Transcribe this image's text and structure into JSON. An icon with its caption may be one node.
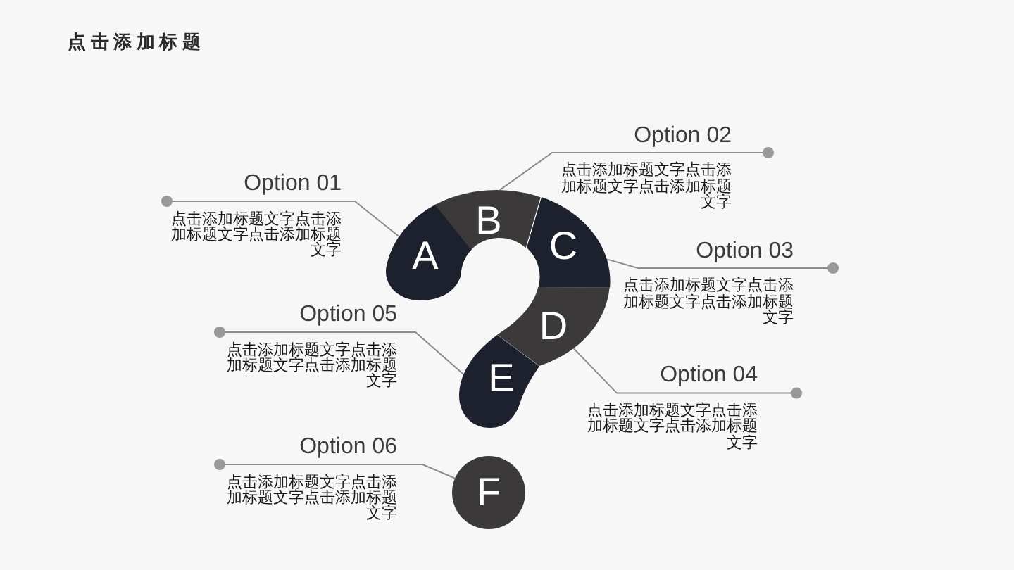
{
  "diagram": {
    "title": "点击添加标题",
    "nodes": [
      {
        "text": [
          "A"
        ]
      },
      {
        "text": [
          "B"
        ]
      },
      {
        "text": [
          "C"
        ]
      },
      {
        "text": [
          "D"
        ]
      },
      {
        "text": [
          "E"
        ]
      },
      {
        "text": [
          "F"
        ]
      },
      {
        "text": [
          "Option 01",
          "点击添加标题文字点击添加标题文字点击添加标题文字"
        ]
      },
      {
        "text": [
          "Option 02",
          "点击添加标题文字点击添加标题文字点击添加标题文字"
        ]
      },
      {
        "text": [
          "Option 03",
          "点击添加标题文字点击添加标题文字点击添加标题文字"
        ]
      },
      {
        "text": [
          "Option 04",
          "点击添加标题文字点击添加标题文字点击添加标题文字"
        ]
      },
      {
        "text": [
          "Option 05",
          "点击添加标题文字点击添加标题文字点击添加标题文字"
        ]
      },
      {
        "text": [
          "Option 06",
          "点击添加标题文字点击添加标题文字点击添加标题文字"
        ]
      }
    ],
    "edges": [
      {
        "from": 6,
        "to": 0,
        "arrow": "other"
      },
      {
        "from": 7,
        "to": 1,
        "arrow": "other"
      },
      {
        "from": 8,
        "to": 2,
        "arrow": "other"
      },
      {
        "from": 9,
        "to": 3,
        "arrow": "other"
      },
      {
        "from": 10,
        "to": 4,
        "arrow": "other"
      },
      {
        "from": 11,
        "to": 5,
        "arrow": "other"
      }
    ]
  }
}
